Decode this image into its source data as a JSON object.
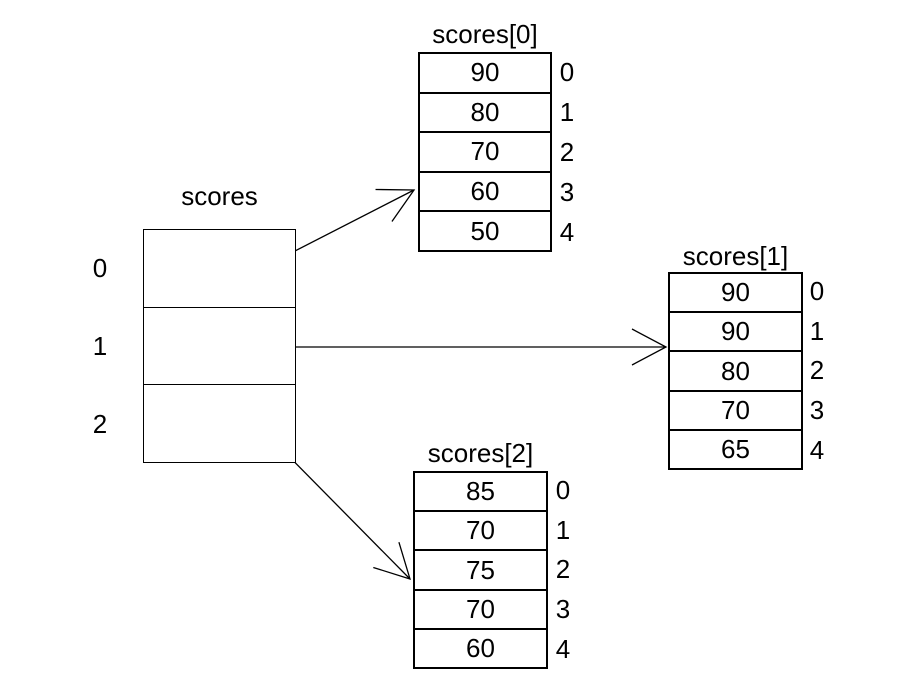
{
  "diagram": {
    "background_color": "#ffffff",
    "line_color": "#000000",
    "text_color": "#000000",
    "main_array": {
      "title": "scores",
      "indices": [
        "0",
        "1",
        "2"
      ]
    },
    "sub_arrays": [
      {
        "title": "scores[0]",
        "values": [
          "90",
          "80",
          "70",
          "60",
          "50"
        ],
        "indices": [
          "0",
          "1",
          "2",
          "3",
          "4"
        ]
      },
      {
        "title": "scores[1]",
        "values": [
          "90",
          "90",
          "80",
          "70",
          "65"
        ],
        "indices": [
          "0",
          "1",
          "2",
          "3",
          "4"
        ]
      },
      {
        "title": "scores[2]",
        "values": [
          "85",
          "70",
          "75",
          "70",
          "60"
        ],
        "indices": [
          "0",
          "1",
          "2",
          "3",
          "4"
        ]
      }
    ]
  }
}
